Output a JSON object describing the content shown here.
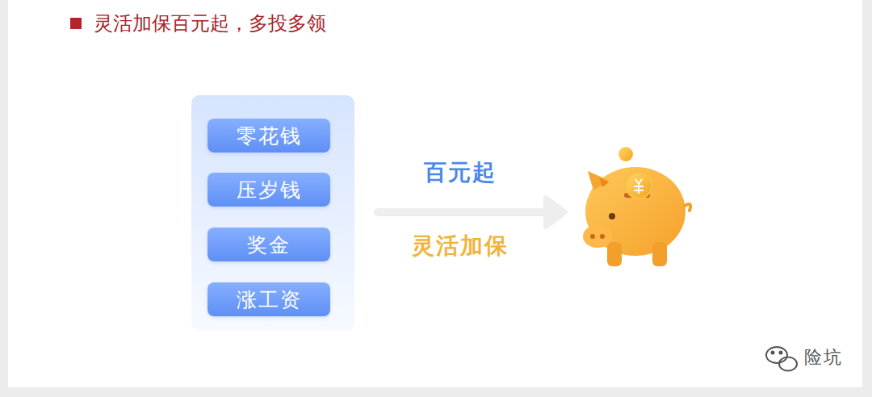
{
  "diagram": {
    "title": "灵活加保百元起，多投多领",
    "nodes": [
      {
        "text": [
          "零花钱"
        ]
      },
      {
        "text": [
          "压岁钱"
        ]
      },
      {
        "text": [
          "奖金"
        ]
      },
      {
        "text": [
          "涨工资"
        ]
      }
    ],
    "labels": [
      "百元起",
      "灵活加保",
      "险坑"
    ]
  }
}
